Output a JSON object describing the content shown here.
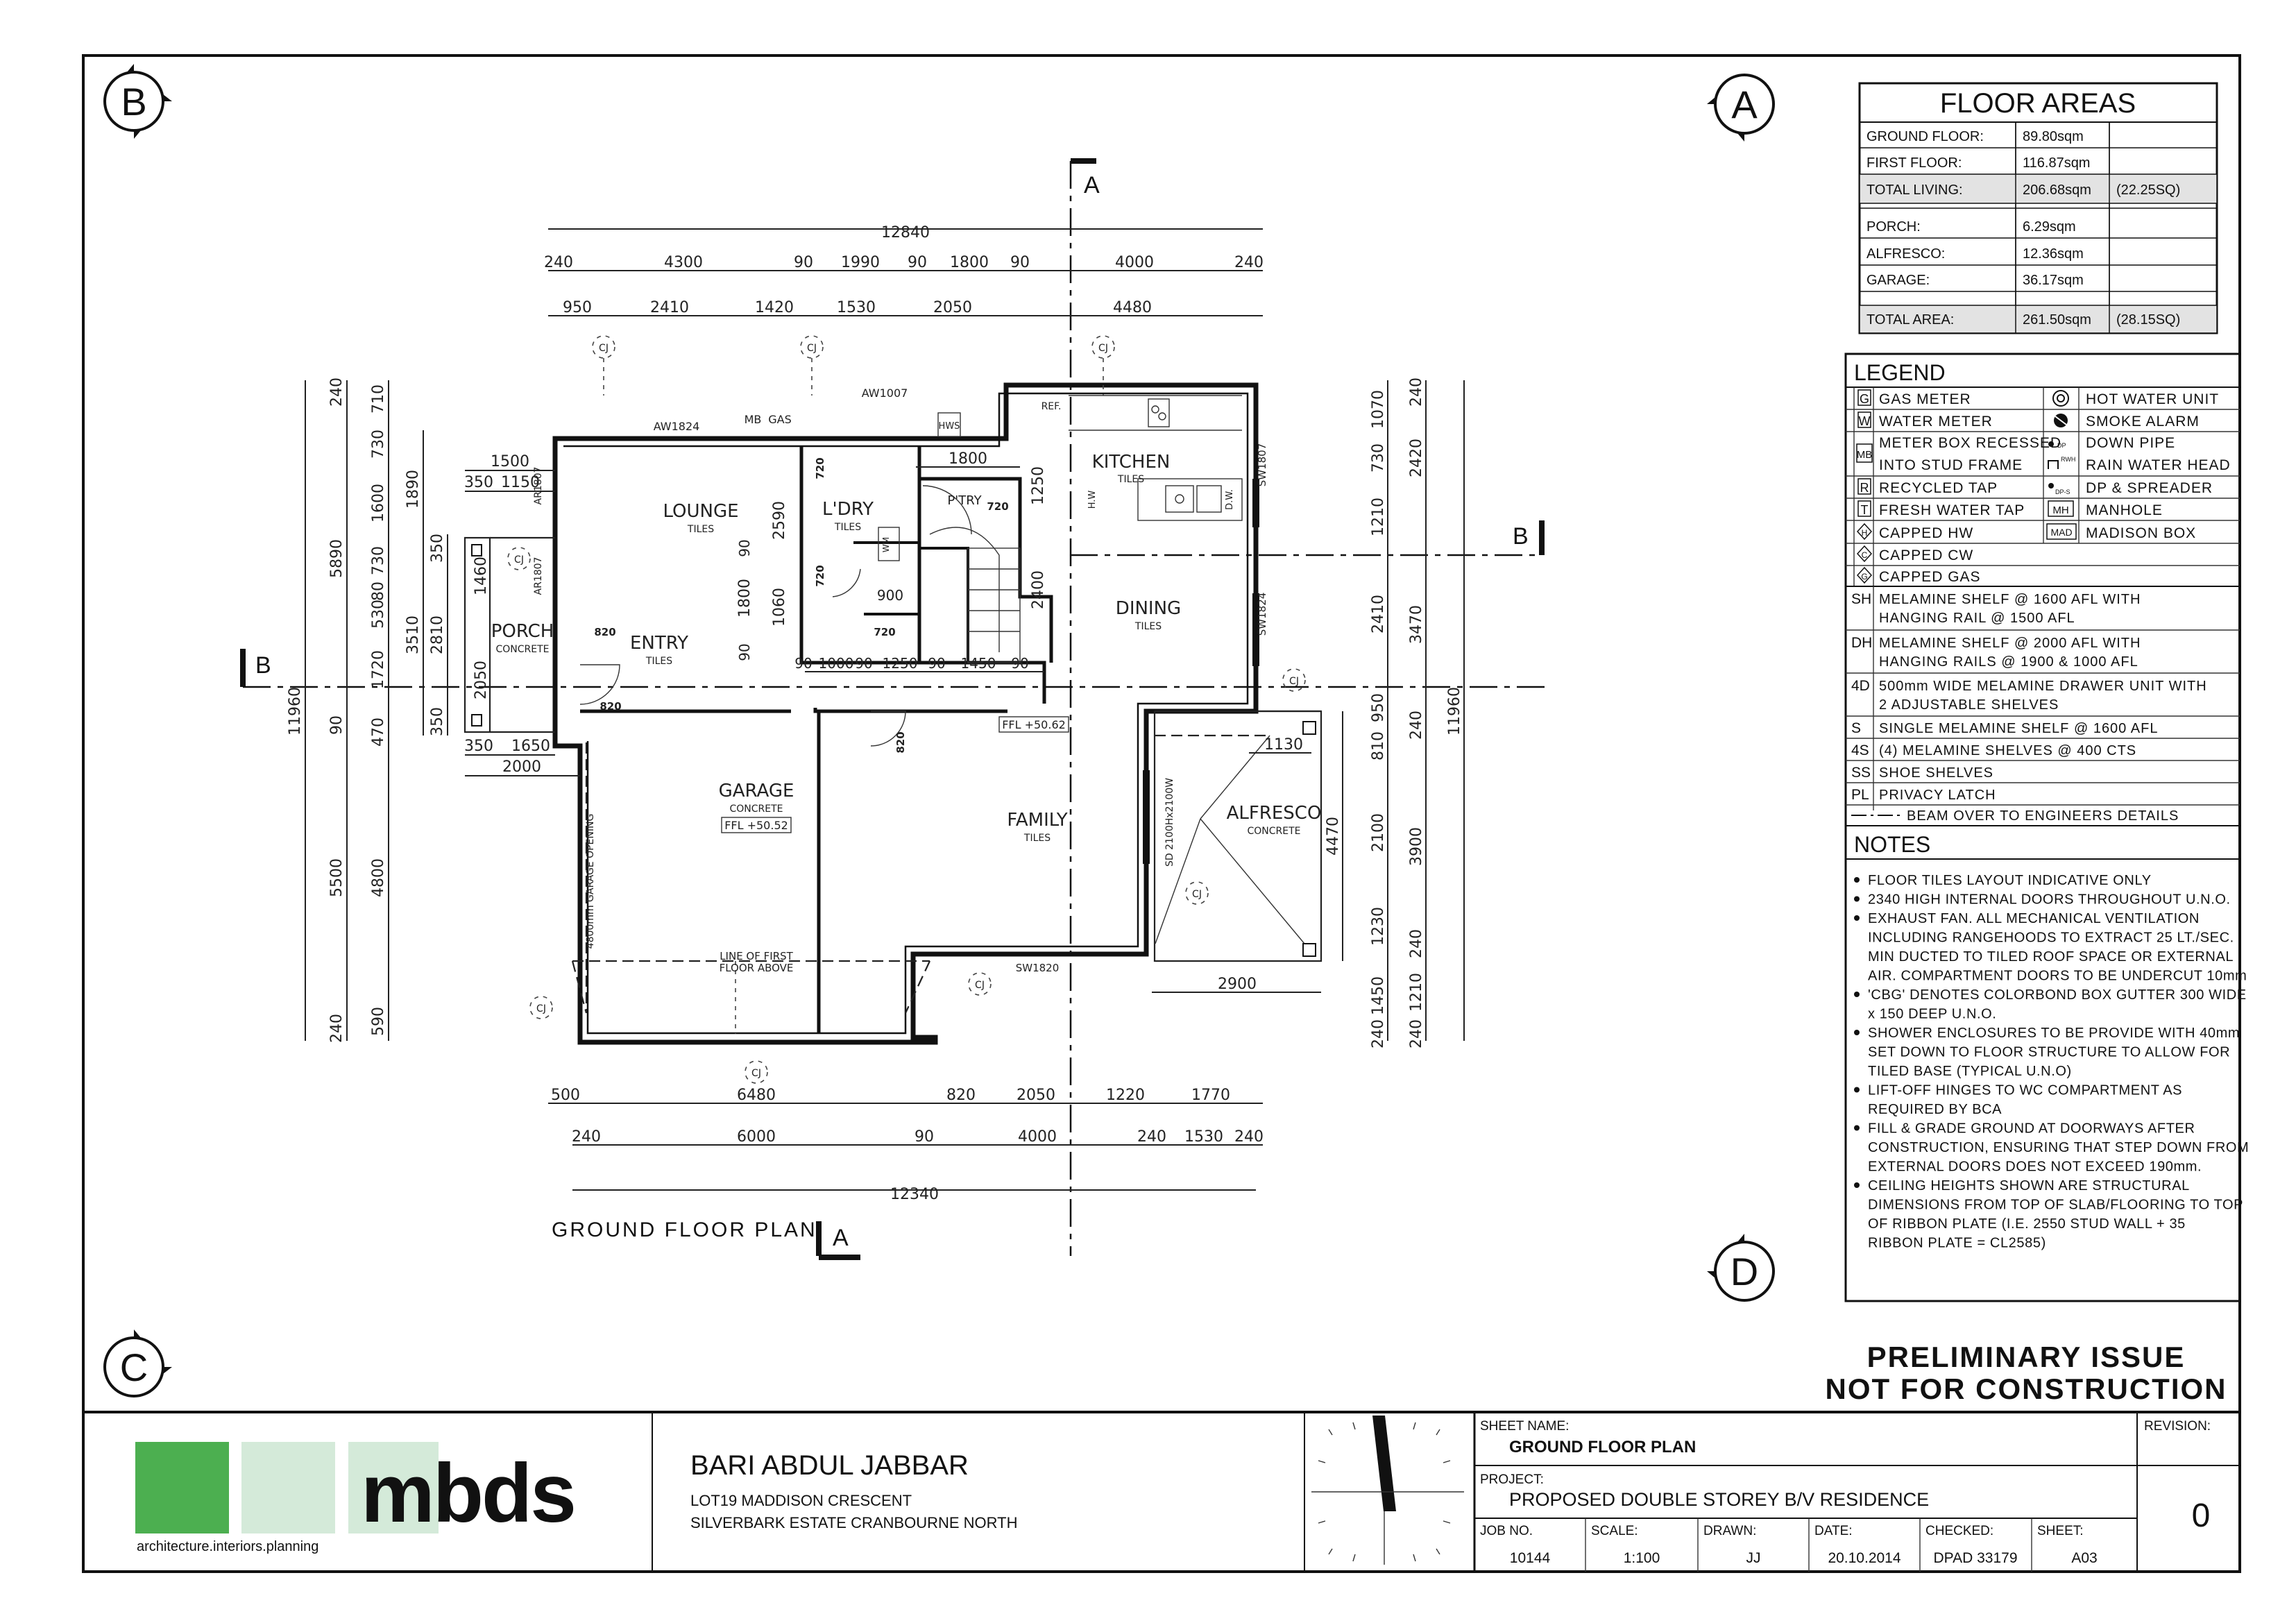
{
  "sheet": {
    "title": "GROUND FLOOR PLAN",
    "preliminary_line1": "PRELIMINARY ISSUE",
    "preliminary_line2": "NOT FOR CONSTRUCTION",
    "grid_markers": [
      "A",
      "B",
      "C",
      "D"
    ]
  },
  "floor_areas": {
    "heading": "FLOOR AREAS",
    "rows": [
      {
        "label": "GROUND FLOOR:",
        "value": "89.80sqm",
        "sq": ""
      },
      {
        "label": "FIRST FLOOR:",
        "value": "116.87sqm",
        "sq": ""
      },
      {
        "label": "TOTAL LIVING:",
        "value": "206.68sqm",
        "sq": "(22.25SQ)"
      },
      {
        "label": "PORCH:",
        "value": "6.29sqm",
        "sq": ""
      },
      {
        "label": "ALFRESCO:",
        "value": "12.36sqm",
        "sq": ""
      },
      {
        "label": "GARAGE:",
        "value": "36.17sqm",
        "sq": ""
      },
      {
        "label": "TOTAL AREA:",
        "value": "261.50sqm",
        "sq": "(28.15SQ)"
      }
    ]
  },
  "legend": {
    "heading": "LEGEND",
    "symbol_rows": [
      {
        "sym1": "G",
        "label1": "GAS METER",
        "sym2": "hot-water-unit-icon",
        "label2": "HOT WATER UNIT"
      },
      {
        "sym1": "W",
        "label1": "WATER METER",
        "sym2": "smoke-alarm-icon",
        "label2": "SMOKE ALARM"
      },
      {
        "sym1": "MB",
        "label1": "METER BOX RECESSED",
        "label1b": "INTO STUD FRAME",
        "sym2": "DP",
        "label2": "DOWN PIPE",
        "sym2b": "RWH",
        "label2b": "RAIN WATER HEAD"
      },
      {
        "sym1": "R",
        "label1": "RECYCLED TAP",
        "sym2": "DP-S",
        "label2": "DP & SPREADER"
      },
      {
        "sym1": "T",
        "label1": "FRESH WATER TAP",
        "sym2": "MH",
        "label2": "MANHOLE"
      },
      {
        "sym1": "H",
        "label1": "CAPPED HW",
        "sym2": "MAD",
        "label2": "MADISON BOX"
      },
      {
        "sym1": "C",
        "label1": "CAPPED CW"
      },
      {
        "sym1": "G",
        "label1": "CAPPED GAS"
      }
    ],
    "shelf_rows": [
      {
        "code": "SH",
        "line1": "MELAMINE SHELF @ 1600 AFL WITH",
        "line2": "HANGING RAIL @ 1500 AFL"
      },
      {
        "code": "DH",
        "line1": "MELAMINE SHELF @ 2000 AFL WITH",
        "line2": "HANGING RAILS @ 1900 & 1000 AFL"
      },
      {
        "code": "4D",
        "line1": "500mm WIDE MELAMINE DRAWER UNIT WITH",
        "line2": "2 ADJUSTABLE SHELVES"
      },
      {
        "code": "S",
        "line1": "SINGLE MELAMINE SHELF @ 1600 AFL"
      },
      {
        "code": "4S",
        "line1": "(4) MELAMINE SHELVES @ 400 CTS"
      },
      {
        "code": "SS",
        "line1": "SHOE SHELVES"
      },
      {
        "code": "PL",
        "line1": "PRIVACY LATCH"
      }
    ],
    "beam_note": "BEAM OVER TO ENGINEERS DETAILS"
  },
  "notes": {
    "heading": "NOTES",
    "lines": [
      {
        "bullet": true,
        "text": "FLOOR TILES LAYOUT INDICATIVE ONLY"
      },
      {
        "bullet": true,
        "text": "2340 HIGH INTERNAL DOORS THROUGHOUT U.N.O."
      },
      {
        "bullet": true,
        "text": "EXHAUST FAN. ALL MECHANICAL VENTILATION"
      },
      {
        "bullet": false,
        "text": "INCLUDING RANGEHOODS TO EXTRACT  25 LT./SEC."
      },
      {
        "bullet": false,
        "text": "MIN DUCTED TO TILED ROOF SPACE OR EXTERNAL"
      },
      {
        "bullet": false,
        "text": "AIR. COMPARTMENT DOORS TO BE UNDERCUT 10mm"
      },
      {
        "bullet": true,
        "text": "'CBG' DENOTES COLORBOND BOX GUTTER 300 WIDE"
      },
      {
        "bullet": false,
        "text": "x 150 DEEP U.N.O."
      },
      {
        "bullet": true,
        "text": "SHOWER ENCLOSURES TO BE PROVIDE WITH 40mm"
      },
      {
        "bullet": false,
        "text": "SET DOWN TO FLOOR STRUCTURE TO ALLOW FOR"
      },
      {
        "bullet": false,
        "text": "TILED BASE (TYPICAL U.N.O)"
      },
      {
        "bullet": true,
        "text": "LIFT-OFF HINGES TO WC COMPARTMENT AS"
      },
      {
        "bullet": false,
        "text": "REQUIRED BY BCA"
      },
      {
        "bullet": true,
        "text": "FILL & GRADE GROUND AT DOORWAYS AFTER"
      },
      {
        "bullet": false,
        "text": "CONSTRUCTION, ENSURING THAT STEP DOWN FROM"
      },
      {
        "bullet": false,
        "text": "EXTERNAL DOORS DOES NOT EXCEED 190mm."
      },
      {
        "bullet": true,
        "text": "CEILING HEIGHTS SHOWN ARE STRUCTURAL"
      },
      {
        "bullet": false,
        "text": "DIMENSIONS FROM TOP OF SLAB/FLOORING TO TOP"
      },
      {
        "bullet": false,
        "text": "OF RIBBON PLATE (I.E. 2550 STUD WALL + 35"
      },
      {
        "bullet": false,
        "text": "RIBBON PLATE = CL2585)"
      }
    ]
  },
  "title_block": {
    "logo_text": "mbds",
    "logo_tagline": "architecture.interiors.planning",
    "client_name": "BARI ABDUL JABBAR",
    "address_line1": "LOT19 MADDISON CRESCENT",
    "address_line2": "SILVERBARK ESTATE CRANBOURNE NORTH",
    "sheet_name_label": "SHEET NAME:",
    "sheet_name": "GROUND FLOOR PLAN",
    "project_label": "PROJECT:",
    "project": "PROPOSED DOUBLE STOREY B/V RESIDENCE",
    "revision_label": "REVISION:",
    "revision": "0",
    "fields": [
      {
        "label": "JOB NO.",
        "value": "10144"
      },
      {
        "label": "SCALE:",
        "value": "1:100"
      },
      {
        "label": "DRAWN:",
        "value": "JJ"
      },
      {
        "label": "DATE:",
        "value": "20.10.2014"
      },
      {
        "label": "CHECKED:",
        "value": "DPAD 33179"
      },
      {
        "label": "SHEET:",
        "value": "A03"
      }
    ],
    "colors": {
      "logo_dark_green": "#4caf50",
      "logo_pale_green": "#d4ead9",
      "logo_text_grey": "#555555"
    }
  },
  "plan": {
    "rooms": [
      {
        "name": "LOUNGE",
        "finish": "TILES"
      },
      {
        "name": "L'DRY",
        "finish": "TILES"
      },
      {
        "name": "KITCHEN",
        "finish": "TILES"
      },
      {
        "name": "DINING",
        "finish": "TILES"
      },
      {
        "name": "PORCH",
        "finish": "CONCRETE"
      },
      {
        "name": "ENTRY",
        "finish": "TILES"
      },
      {
        "name": "GARAGE",
        "finish": "CONCRETE"
      },
      {
        "name": "FAMILY",
        "finish": "TILES"
      },
      {
        "name": "ALFRESCO",
        "finish": "CONCRETE"
      },
      {
        "name": "P'TRY",
        "finish": ""
      }
    ],
    "labels": {
      "aw1007": "AW1007",
      "aw1824": "AW1824",
      "mb": "MB",
      "gas": "GAS",
      "hws": "HWS",
      "ref": "REF.",
      "sw1807": "SW1807",
      "sw1824": "SW1824",
      "sw1820": "SW1820",
      "ar1807a": "AR1807",
      "ar1807b": "AR1807",
      "sd": "SD 2100Hx2100W",
      "garage_opening": "4800mm GARAGE OPENING",
      "line_first_1": "LINE OF FIRST",
      "line_first_2": "FLOOR ABOVE",
      "ffl_garage": "FFL  +50.52",
      "ffl_main": "FFL  +50.62",
      "wm": "WM",
      "dw": "D.W.",
      "cj": "CJ",
      "hw": "H.W",
      "door_820": "820",
      "door_720": "720",
      "door_900": "900"
    },
    "dims_top": {
      "overall": "12840",
      "row2": [
        "240",
        "4300",
        "90",
        "1990",
        "90",
        "1800",
        "90",
        "4000",
        "240"
      ],
      "row3": [
        "950",
        "2410",
        "1420",
        "1530",
        "2050",
        "4480"
      ]
    },
    "dims_bottom": {
      "row1": [
        "500",
        "6480",
        "820",
        "2050",
        "1220",
        "1770"
      ],
      "row2": [
        "240",
        "6000",
        "90",
        "4000",
        "240",
        "1530",
        "240"
      ],
      "overall": "12340"
    },
    "dims_left": {
      "overall": "11960",
      "col_a": [
        "240",
        "5890",
        "90",
        "5500",
        "240"
      ],
      "col_b": [
        "710",
        "730",
        "1600",
        "730",
        "80",
        "530",
        "1720",
        "470",
        "4800",
        "590"
      ],
      "col_c": [
        "1890",
        "3510",
        "2810"
      ],
      "col_d": [
        "350",
        "350"
      ]
    },
    "dims_right": {
      "overall": "11960",
      "col_a": [
        "1070",
        "730",
        "1210",
        "2410",
        "950",
        "810",
        "2100",
        "1230",
        "1450",
        "240"
      ],
      "col_b": [
        "240",
        "2420",
        "3470",
        "240",
        "3900",
        "240",
        "1210",
        "240"
      ],
      "alfresco_h": "4470"
    },
    "dims_inner": {
      "d1500": "1500",
      "d350a": "350",
      "d1150": "1150",
      "d1460": "1460",
      "d2050": "2050",
      "d350b": "350",
      "d1650": "1650",
      "d2000": "2000",
      "d2590": "2590",
      "d1800v": "1800",
      "d1060": "1060",
      "d90a": "90",
      "d90b": "90",
      "d1800h": "1800",
      "d1250": "1250",
      "d2400": "2400",
      "d1130": "1130",
      "d2900": "2900",
      "row_mid": [
        "90",
        "1000",
        "90",
        "1250",
        "90",
        "1450",
        "90"
      ]
    }
  }
}
